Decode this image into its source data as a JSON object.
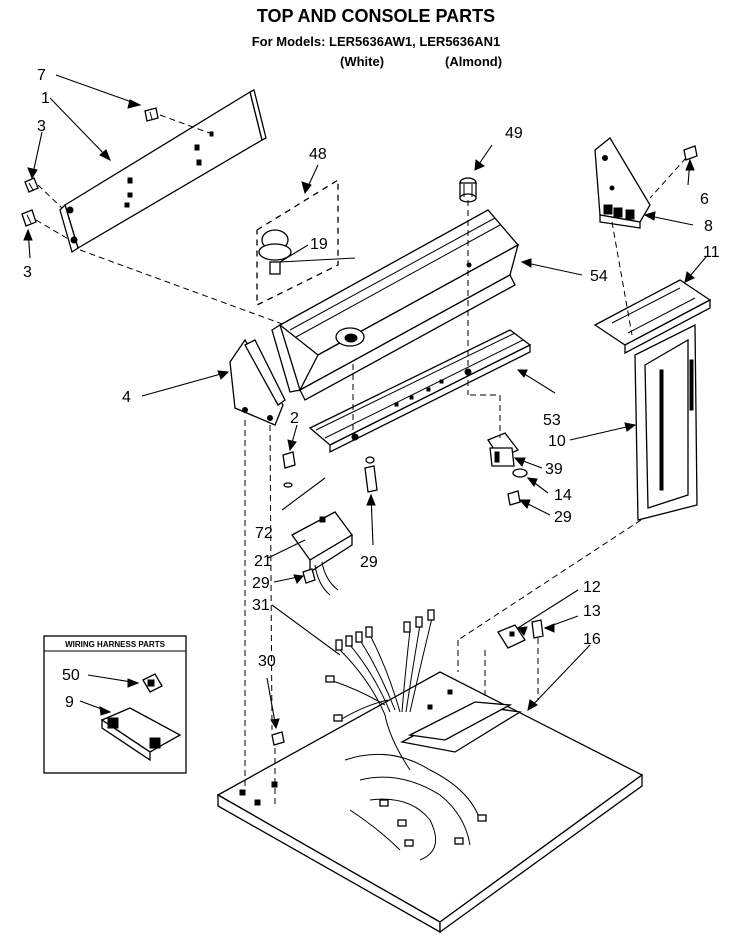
{
  "title": "TOP AND CONSOLE PARTS",
  "subtitle": "For Models: LER5636AW1, LER5636AN1",
  "variants": [
    "(White)",
    "(Almond)"
  ],
  "inset_title": "WIRING HARNESS PARTS",
  "labels": [
    "7",
    "1",
    "3",
    "3",
    "48",
    "19",
    "49",
    "6",
    "8",
    "54",
    "11",
    "4",
    "53",
    "10",
    "2",
    "39",
    "14",
    "29",
    "72",
    "21",
    "29",
    "29",
    "31",
    "12",
    "13",
    "16",
    "30",
    "50",
    "9"
  ]
}
